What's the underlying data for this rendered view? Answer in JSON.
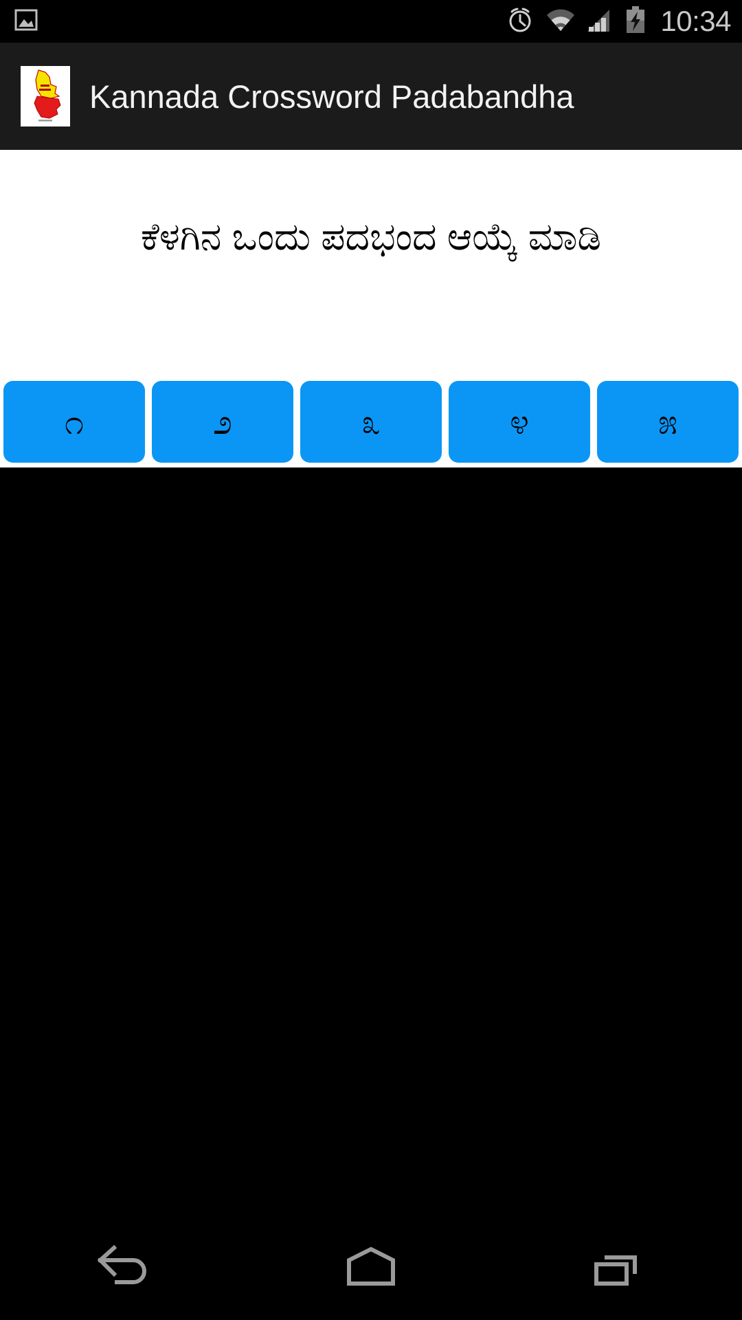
{
  "status_bar": {
    "time": "10:34",
    "left_icons": [
      {
        "name": "screenshot-notification-icon",
        "glyph": "image-frame"
      }
    ],
    "right_icons": [
      {
        "name": "alarm-clock-icon",
        "glyph": "alarm"
      },
      {
        "name": "wifi-icon",
        "glyph": "wifi"
      },
      {
        "name": "cellular-signal-icon",
        "glyph": "signal-bars"
      },
      {
        "name": "battery-charging-icon",
        "glyph": "battery-bolt"
      }
    ],
    "colors": {
      "background": "#000000",
      "foreground": "#c9c9c9"
    }
  },
  "action_bar": {
    "title": "Kannada Crossword Padabandha",
    "icon_name": "karnataka-map-icon",
    "colors": {
      "background": "#1b1b1b",
      "title": "#f2f2f2"
    }
  },
  "main": {
    "prompt": "ಕೆಳಗಿನ ಒಂದು ಪದಭಂದ ಆಯ್ಕೆ ಮಾಡಿ",
    "panel_background": "#ffffff",
    "list_background": "#000000",
    "levels": [
      {
        "label": "೧",
        "name": "level-button-1"
      },
      {
        "label": "೨",
        "name": "level-button-2"
      },
      {
        "label": "೩",
        "name": "level-button-3"
      },
      {
        "label": "೪",
        "name": "level-button-4"
      },
      {
        "label": "೫",
        "name": "level-button-5"
      }
    ],
    "button_color": "#0b96f5",
    "button_text_color": "#000000"
  },
  "nav_bar": {
    "buttons": [
      {
        "name": "nav-back-button",
        "glyph": "back-arrow"
      },
      {
        "name": "nav-home-button",
        "glyph": "home-pentagon"
      },
      {
        "name": "nav-recents-button",
        "glyph": "recents-rectangles"
      }
    ],
    "colors": {
      "background": "#000000",
      "icon": "#9a9a9a"
    }
  }
}
